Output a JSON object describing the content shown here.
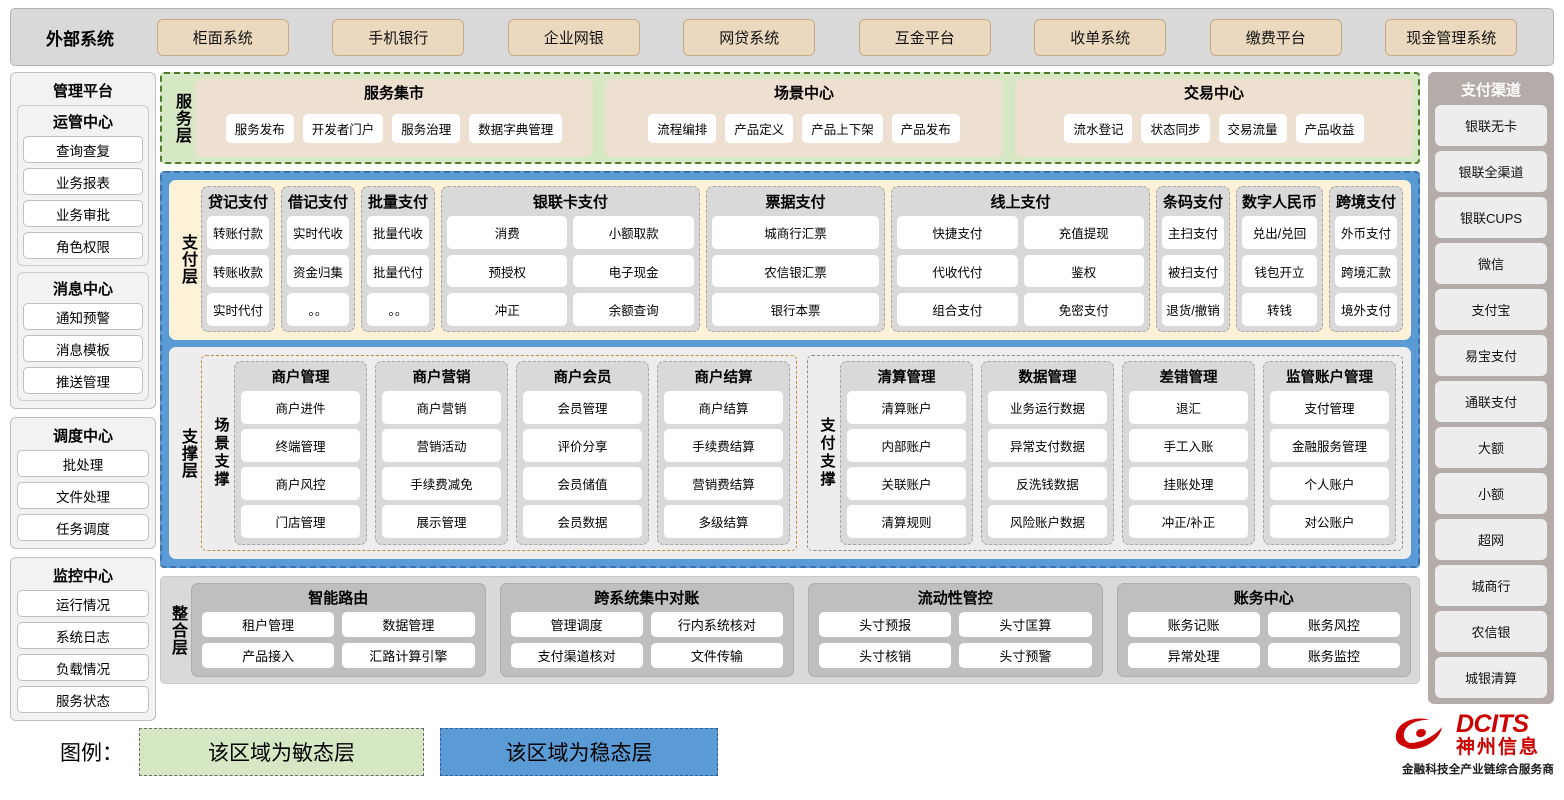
{
  "external": {
    "label": "外部系统",
    "items": [
      "柜面系统",
      "手机银行",
      "企业网银",
      "网贷系统",
      "互金平台",
      "收单系统",
      "缴费平台",
      "现金管理系统"
    ]
  },
  "admin": {
    "title": "管理平台",
    "sections": [
      {
        "title": "运管中心",
        "items": [
          "查询查复",
          "业务报表",
          "业务审批",
          "角色权限"
        ]
      },
      {
        "title": "消息中心",
        "items": [
          "通知预警",
          "消息模板",
          "推送管理"
        ]
      }
    ],
    "standalone": [
      {
        "title": "调度中心",
        "items": [
          "批处理",
          "文件处理",
          "任务调度"
        ]
      },
      {
        "title": "监控中心",
        "items": [
          "运行情况",
          "系统日志",
          "负载情况",
          "服务状态"
        ]
      }
    ]
  },
  "service_layer": {
    "label": "服务层",
    "groups": [
      {
        "title": "服务集市",
        "items": [
          "服务发布",
          "开发者门户",
          "服务治理",
          "数据字典管理"
        ]
      },
      {
        "title": "场景中心",
        "items": [
          "流程编排",
          "产品定义",
          "产品上下架",
          "产品发布"
        ]
      },
      {
        "title": "交易中心",
        "items": [
          "流水登记",
          "状态同步",
          "交易流量",
          "产品收益"
        ]
      }
    ]
  },
  "payment_layer": {
    "label": "支付层",
    "groups": [
      {
        "title": "贷记支付",
        "cols": [
          [
            "转账付款",
            "转账收款",
            "实时代付"
          ]
        ]
      },
      {
        "title": "借记支付",
        "cols": [
          [
            "实时代收",
            "资金归集",
            "。。"
          ]
        ]
      },
      {
        "title": "批量支付",
        "cols": [
          [
            "批量代收",
            "批量代付",
            "。。"
          ]
        ]
      },
      {
        "title": "银联卡支付",
        "cols": [
          [
            "消费",
            "预授权",
            "冲正"
          ],
          [
            "小额取款",
            "电子现金",
            "余额查询"
          ]
        ]
      },
      {
        "title": "票据支付",
        "cols": [
          [
            "城商行汇票",
            "农信银汇票",
            "银行本票"
          ]
        ]
      },
      {
        "title": "线上支付",
        "cols": [
          [
            "快捷支付",
            "代收代付",
            "组合支付"
          ],
          [
            "充值提现",
            "鉴权",
            "免密支付"
          ]
        ]
      },
      {
        "title": "条码支付",
        "cols": [
          [
            "主扫支付",
            "被扫支付",
            "退货/撤销"
          ]
        ]
      },
      {
        "title": "数字人民币",
        "cols": [
          [
            "兑出/兑回",
            "钱包开立",
            "转钱"
          ]
        ]
      },
      {
        "title": "跨境支付",
        "cols": [
          [
            "外币支付",
            "跨境汇款",
            "境外支付"
          ]
        ]
      }
    ]
  },
  "support_layer": {
    "label": "支撑层",
    "halves": [
      {
        "label": "场景支撑",
        "groups": [
          {
            "title": "商户管理",
            "items": [
              "商户进件",
              "终端管理",
              "商户风控",
              "门店管理"
            ]
          },
          {
            "title": "商户营销",
            "items": [
              "商户营销",
              "营销活动",
              "手续费减免",
              "展示管理"
            ]
          },
          {
            "title": "商户会员",
            "items": [
              "会员管理",
              "评价分享",
              "会员储值",
              "会员数据"
            ]
          },
          {
            "title": "商户结算",
            "items": [
              "商户结算",
              "手续费结算",
              "营销费结算",
              "多级结算"
            ]
          }
        ]
      },
      {
        "label": "支付支撑",
        "groups": [
          {
            "title": "清算管理",
            "items": [
              "清算账户",
              "内部账户",
              "关联账户",
              "清算规则"
            ]
          },
          {
            "title": "数据管理",
            "items": [
              "业务运行数据",
              "异常支付数据",
              "反洗钱数据",
              "风险账户数据"
            ]
          },
          {
            "title": "差错管理",
            "items": [
              "退汇",
              "手工入账",
              "挂账处理",
              "冲正/补正"
            ]
          },
          {
            "title": "监管账户管理",
            "items": [
              "支付管理",
              "金融服务管理",
              "个人账户",
              "对公账户"
            ]
          }
        ]
      }
    ]
  },
  "integration_layer": {
    "label": "整合层",
    "groups": [
      {
        "title": "智能路由",
        "rows": [
          [
            "租户管理",
            "数据管理"
          ],
          [
            "产品接入",
            "汇路计算引擎"
          ]
        ]
      },
      {
        "title": "跨系统集中对账",
        "rows": [
          [
            "管理调度",
            "行内系统核对"
          ],
          [
            "支付渠道核对",
            "文件传输"
          ]
        ]
      },
      {
        "title": "流动性管控",
        "rows": [
          [
            "头寸预报",
            "头寸匡算"
          ],
          [
            "头寸核销",
            "头寸预警"
          ]
        ]
      },
      {
        "title": "账务中心",
        "rows": [
          [
            "账务记账",
            "账务风控"
          ],
          [
            "异常处理",
            "账务监控"
          ]
        ]
      }
    ]
  },
  "channels": {
    "title": "支付渠道",
    "items": [
      "银联无卡",
      "银联全渠道",
      "银联CUPS",
      "微信",
      "支付宝",
      "易宝支付",
      "通联支付",
      "大额",
      "小额",
      "超网",
      "城商行",
      "农信银",
      "城银清算"
    ]
  },
  "legend": {
    "label": "图例：",
    "agile": "该区域为敏态层",
    "stable": "该区域为稳态层",
    "agile_color": "#d6e7c4",
    "stable_color": "#5b9bd5"
  },
  "logo": {
    "brand_en": "DCITS",
    "brand_cn": "神州信息",
    "slogan": "金融科技全产业链综合服务商",
    "brand_color": "#cc0000"
  }
}
